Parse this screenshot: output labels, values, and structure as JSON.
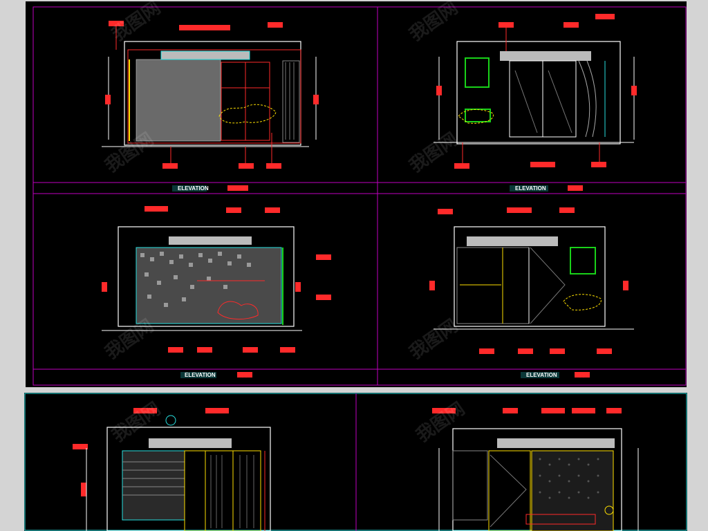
{
  "sheet_top": {
    "panels": [
      {
        "id": "tl",
        "title": "ELEVATION",
        "title_cn": "立面图"
      },
      {
        "id": "tr",
        "title": "ELEVATION",
        "title_cn": "立面图"
      },
      {
        "id": "ml",
        "title": "ELEVATION",
        "title_cn": "立面图"
      },
      {
        "id": "mr",
        "title": "ELEVATION",
        "title_cn": "立面图"
      }
    ]
  },
  "watermark": {
    "text": "我图网"
  },
  "colors": {
    "sheet_bg": "#000000",
    "frame": "#ff2a2a",
    "cyan": "#27e0e0",
    "yellow": "#ffe000",
    "green": "#19d219",
    "magenta": "#c000c0",
    "white": "#ffffff",
    "grey_fill": "#6a6a6a"
  }
}
